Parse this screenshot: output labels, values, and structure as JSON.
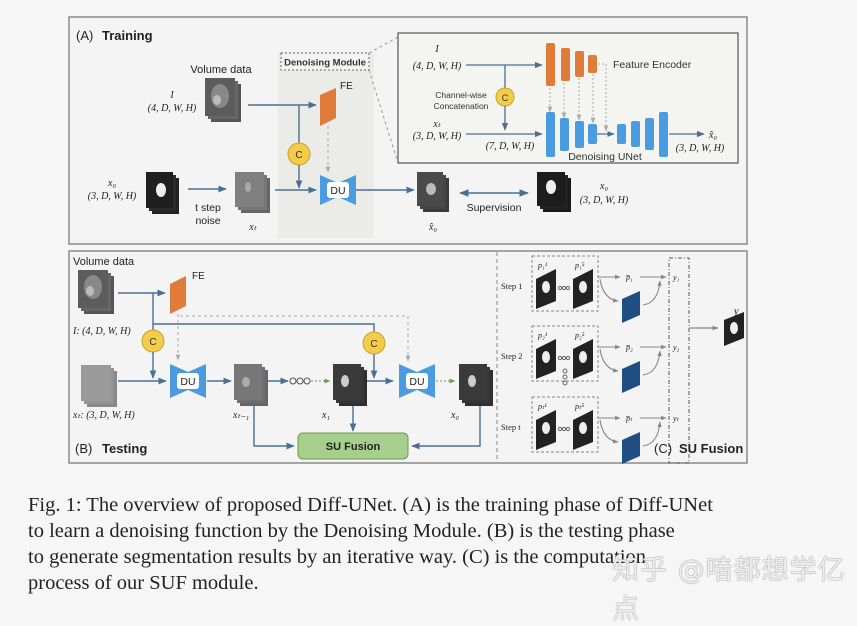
{
  "panel_a": {
    "title_prefix": "(A)",
    "title": "Training",
    "volume_label": "Volume data",
    "input_I": "I",
    "input_I_shape": "(4, D, W, H)",
    "x0_label": "x₀",
    "x0_shape": "(3, D, W, H)",
    "noise_label_1": "t step",
    "noise_label_2": "noise",
    "xt_label": "xₜ",
    "denoising_module_label": "Denoising Module",
    "fe_label": "FE",
    "concat_symbol": "C",
    "du_label": "DU",
    "x0_hat_label": "x̂₀",
    "supervision_label": "Supervision",
    "gt_x0_label": "x₀",
    "gt_x0_shape": "(3, D, W, H)",
    "detail": {
      "input_I": "I",
      "input_I_shape": "(4, D, W, H)",
      "concat_label_1": "Channel-wise",
      "concat_label_2": "Concatenation",
      "concat_symbol": "C",
      "xt_label": "xₜ",
      "xt_shape": "(3, D, W, H)",
      "concat_shape": "(7, D, W, H)",
      "feature_encoder_label": "Feature Encoder",
      "denoising_unet_label": "Denoising UNet",
      "output_label": "x̂₀",
      "output_shape": "(3, D, W, H)"
    }
  },
  "panel_b": {
    "title_prefix": "(B)",
    "title": "Testing",
    "volume_label": "Volume data",
    "fe_label": "FE",
    "input_I_label": "I: (4, D, W, H)",
    "xt_label": "xₜ: (3, D, W, H)",
    "concat_symbol": "C",
    "du_label": "DU",
    "xt_minus1_label": "xₜ₋₁",
    "x1_label": "x₁",
    "x0_label": "x₀",
    "su_fusion_label": "SU Fusion"
  },
  "panel_c": {
    "title_prefix": "(C)",
    "title": "SU Fusion",
    "steps": [
      {
        "label": "Step 1",
        "p_first": "p₁¹",
        "p_last": "p₁⁵",
        "p_mean": "p̅₁",
        "y": "y₁"
      },
      {
        "label": "Step 2",
        "p_first": "p₂¹",
        "p_last": "p₂⁵",
        "p_mean": "p̅₂",
        "y": "y₂"
      },
      {
        "label": "Step t",
        "p_first": "pₜ¹",
        "p_last": "pₜ⁵",
        "p_mean": "p̅ₜ",
        "y": "yₜ"
      }
    ],
    "output_label": "Y"
  },
  "caption": {
    "lines": [
      "Fig. 1: The overview of proposed Diff-UNet. (A) is the training phase of Diff-UNet",
      "to learn a denoising function by the Denoising Module. (B) is the testing phase",
      "to generate segmentation results by an iterative way. (C) is the computation",
      "process of our SUF module."
    ]
  },
  "watermark": "知乎 @喑都想学亿点",
  "colors": {
    "fe_orange": "#e07b39",
    "du_blue": "#4a9be0",
    "concat_yellow": "#f2cc4a",
    "fusion_green": "#a6cf8e",
    "arrow_blue": "#4a6f94",
    "uncertainty_blue": "#1f4e82"
  }
}
